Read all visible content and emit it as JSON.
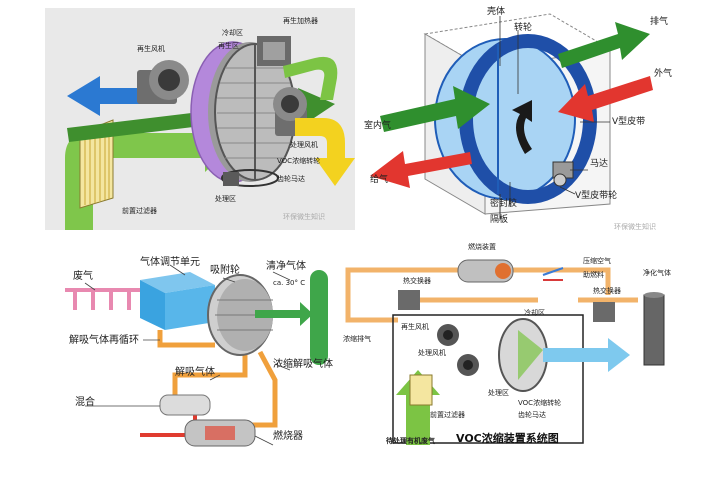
{
  "panel1": {
    "labels": {
      "regen_fan": "再生风机",
      "cooling_zone": "冷却区",
      "regen_heater": "再生加热器",
      "regen_zone": "再生区",
      "treat_fan": "处理风机",
      "voc_rotor": "VOC浓缩转轮",
      "rotor_motor": "齿轮马达",
      "treat_zone": "处理区",
      "pre_filter": "前置过滤器"
    },
    "watermark": "环保微生知识",
    "colors": {
      "bg": "#e9e9e9",
      "green": "#6fbf3c",
      "blue": "#2e7bd4",
      "yellow": "#f3d21f",
      "purple": "#b78fd8"
    }
  },
  "panel2": {
    "labels": {
      "shell": "壳体",
      "rotor": "转轮",
      "exhaust": "排气",
      "outside_air": "外气",
      "indoor_air": "室内气",
      "v_belt": "V型皮带",
      "motor": "马达",
      "supply_air": "给气",
      "v_pulley": "V型皮带轮",
      "seal": "密封胶",
      "partition": "隔板"
    },
    "watermark": "环保微生知识"
  },
  "panel3": {
    "labels": {
      "waste_gas": "废气",
      "gas_regulator": "气体调节单元",
      "adsorption_wheel": "吸附轮",
      "clean_gas": "清净气体",
      "temp": "ca. 30° C",
      "desorb_recirc": "解吸气体再循环",
      "desorb_gas": "解吸气体",
      "conc_desorb_gas": "浓缩解吸气体",
      "mixing": "混合",
      "burner": "燃烧器"
    }
  },
  "panel4": {
    "labels": {
      "combustor": "燃烧装置",
      "compressed_air": "压缩空气",
      "fuel": "助燃料",
      "clean_gas": "净化气体",
      "heat_exchanger_1": "热交换器",
      "heat_exchanger_2": "热交换器",
      "regen_fan": "再生风机",
      "cooling_zone": "冷却区",
      "treat_fan": "处理风机",
      "treat_zone": "处理区",
      "conc_exhaust": "浓缩排气",
      "voc_rotor": "VOC浓缩转轮",
      "pre_filter": "前置过滤器",
      "rotor_motor": "齿轮马达",
      "organic_waste": "待处理有机废气",
      "system_title": "VOC浓缩装置系统图"
    }
  }
}
